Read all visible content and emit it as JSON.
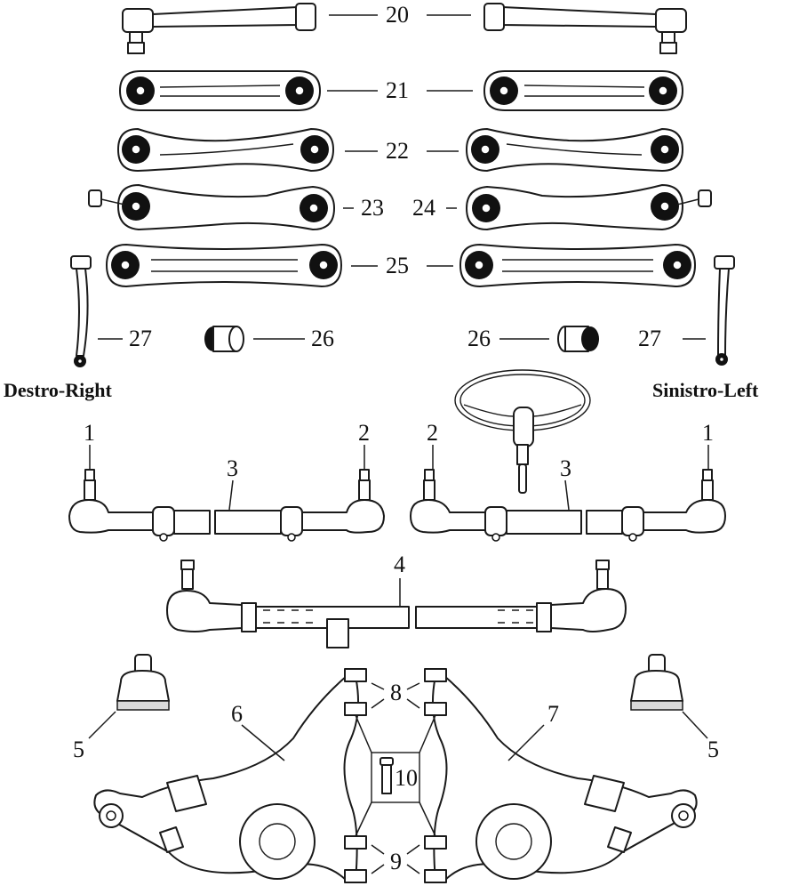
{
  "side_labels": {
    "right": "Destro-Right",
    "left": "Sinistro-Left"
  },
  "callouts": {
    "c1": "1",
    "c2": "2",
    "c3": "3",
    "c4": "4",
    "c5": "5",
    "c6": "6",
    "c7": "7",
    "c8": "8",
    "c9": "9",
    "c10": "10",
    "c20": "20",
    "c21": "21",
    "c22": "22",
    "c23": "23",
    "c24": "24",
    "c25": "25",
    "c26": "26",
    "c27": "27"
  },
  "icons": [
    "steering-wheel-icon"
  ]
}
